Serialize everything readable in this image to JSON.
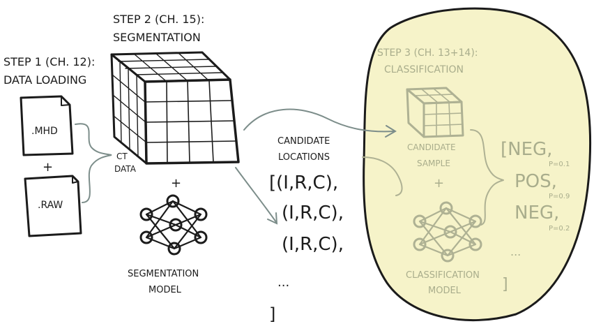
{
  "step1": {
    "title_line1": "STEP 1 (CH. 12):",
    "title_line2": "DATA LOADING"
  },
  "step2": {
    "title_line1": "STEP 2 (CH. 15):",
    "title_line2": "SEGMENTATION"
  },
  "step3": {
    "title_line1": "STEP 3 (CH. 13+14):",
    "title_line2": "CLASSIFICATION"
  },
  "files": {
    "mhd": ".MHD",
    "raw": ".RAW",
    "plus": "+"
  },
  "ct_data": {
    "line1": "CT",
    "line2": "DATA"
  },
  "segmentation_model": {
    "plus": "+",
    "line1": "SEGMENTATION",
    "line2": "MODEL"
  },
  "candidates": {
    "title_line1": "CANDIDATE",
    "title_line2": "LOCATIONS",
    "rows": [
      "[(I,R,C),",
      "(I,R,C),",
      "(I,R,C),"
    ],
    "ellipsis": "...",
    "close": "]"
  },
  "classification": {
    "sample_line1": "CANDIDATE",
    "sample_line2": "SAMPLE",
    "plus": "+",
    "model_line1": "CLASSIFICATION",
    "model_line2": "MODEL"
  },
  "results": {
    "items": [
      {
        "label": "[NEG,",
        "prob": "P=0.1"
      },
      {
        "label": "POS,",
        "prob": "P=0.9"
      },
      {
        "label": "NEG,",
        "prob": "P=0.2"
      }
    ],
    "ellipsis": "...",
    "close": "]"
  },
  "colors": {
    "ink": "#1b1b1b",
    "blob_fill": "#f6f3c9",
    "faded": "#a9ad8c",
    "arrow": "#7c8d8a"
  }
}
